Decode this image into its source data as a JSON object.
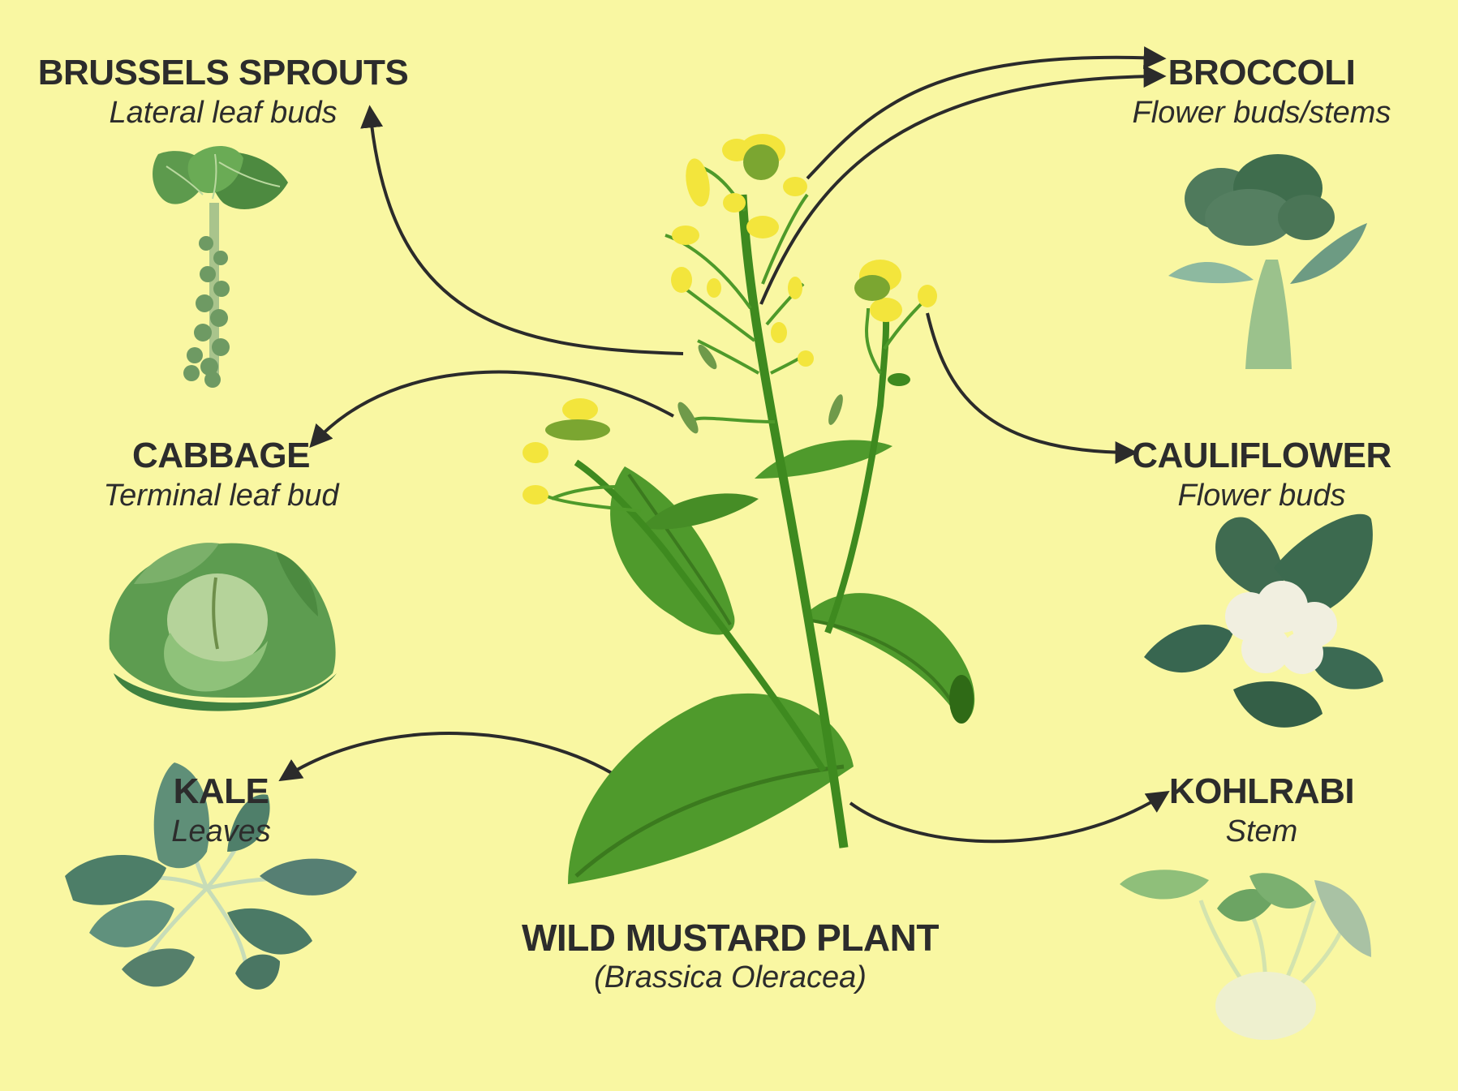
{
  "colors": {
    "background": "#f9f7a2",
    "text": "#2c2c2c",
    "arrow": "#2b2b2b",
    "leaf_green": "#4f9a2c",
    "flower_yellow": "#f3e53c"
  },
  "wild_mustard": {
    "name": "WILD MUSTARD PLANT",
    "latin": "(Brassica Oleracea)"
  },
  "vegetables": {
    "brussels_sprouts": {
      "name": "BRUSSELS SPROUTS",
      "part": "Lateral leaf buds"
    },
    "cabbage": {
      "name": "CABBAGE",
      "part": "Terminal leaf bud"
    },
    "kale": {
      "name": "KALE",
      "part": "Leaves"
    },
    "broccoli": {
      "name": "BROCCOLI",
      "part": "Flower buds/stems"
    },
    "cauliflower": {
      "name": "CAULIFLOWER",
      "part": "Flower buds"
    },
    "kohlrabi": {
      "name": "KOHLRABI",
      "part": "Stem"
    }
  }
}
